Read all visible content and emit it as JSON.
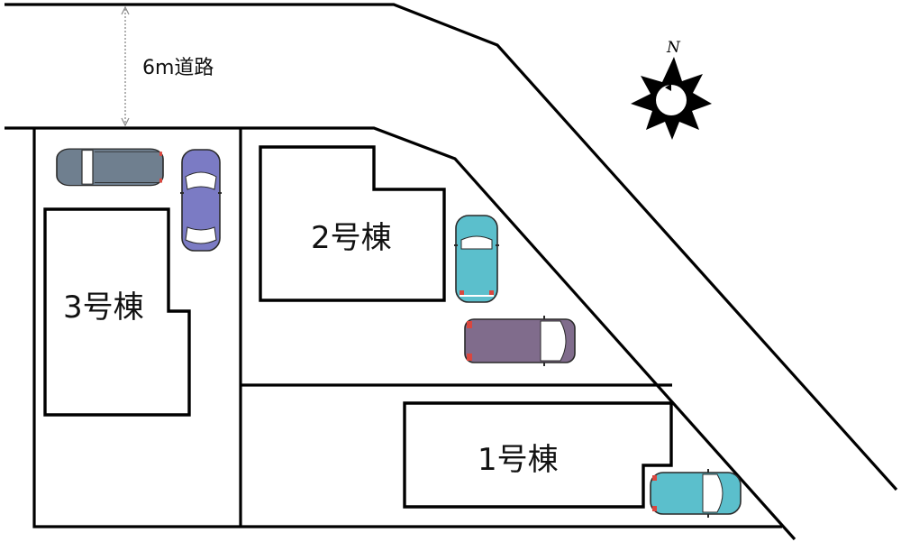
{
  "road": {
    "label": "6m道路",
    "width_marker": "6m"
  },
  "compass": {
    "label": "N",
    "icon": "north-compass-star-icon"
  },
  "buildings": [
    {
      "id": "bldg-1",
      "label": "1号棟"
    },
    {
      "id": "bldg-2",
      "label": "2号棟"
    },
    {
      "id": "bldg-3",
      "label": "3号棟"
    }
  ],
  "parking": [
    {
      "building": "3号棟",
      "car": "wagon",
      "color": "#6f7f8f"
    },
    {
      "building": "3号棟",
      "car": "sedan",
      "color": "#7b7bc4"
    },
    {
      "building": "2号棟",
      "car": "compact",
      "color": "#5bbfcc"
    },
    {
      "building": "2号棟",
      "car": "minivan",
      "color": "#806c8c"
    },
    {
      "building": "1号棟",
      "car": "compact",
      "color": "#5bbfcc"
    }
  ],
  "colors": {
    "line": "#000000",
    "background": "#ffffff",
    "car_gray": "#6f7f8f",
    "car_blue": "#7b7bc4",
    "car_cyan": "#5bbfcc",
    "car_purple": "#806c8c",
    "tail_light": "#d9473f"
  }
}
